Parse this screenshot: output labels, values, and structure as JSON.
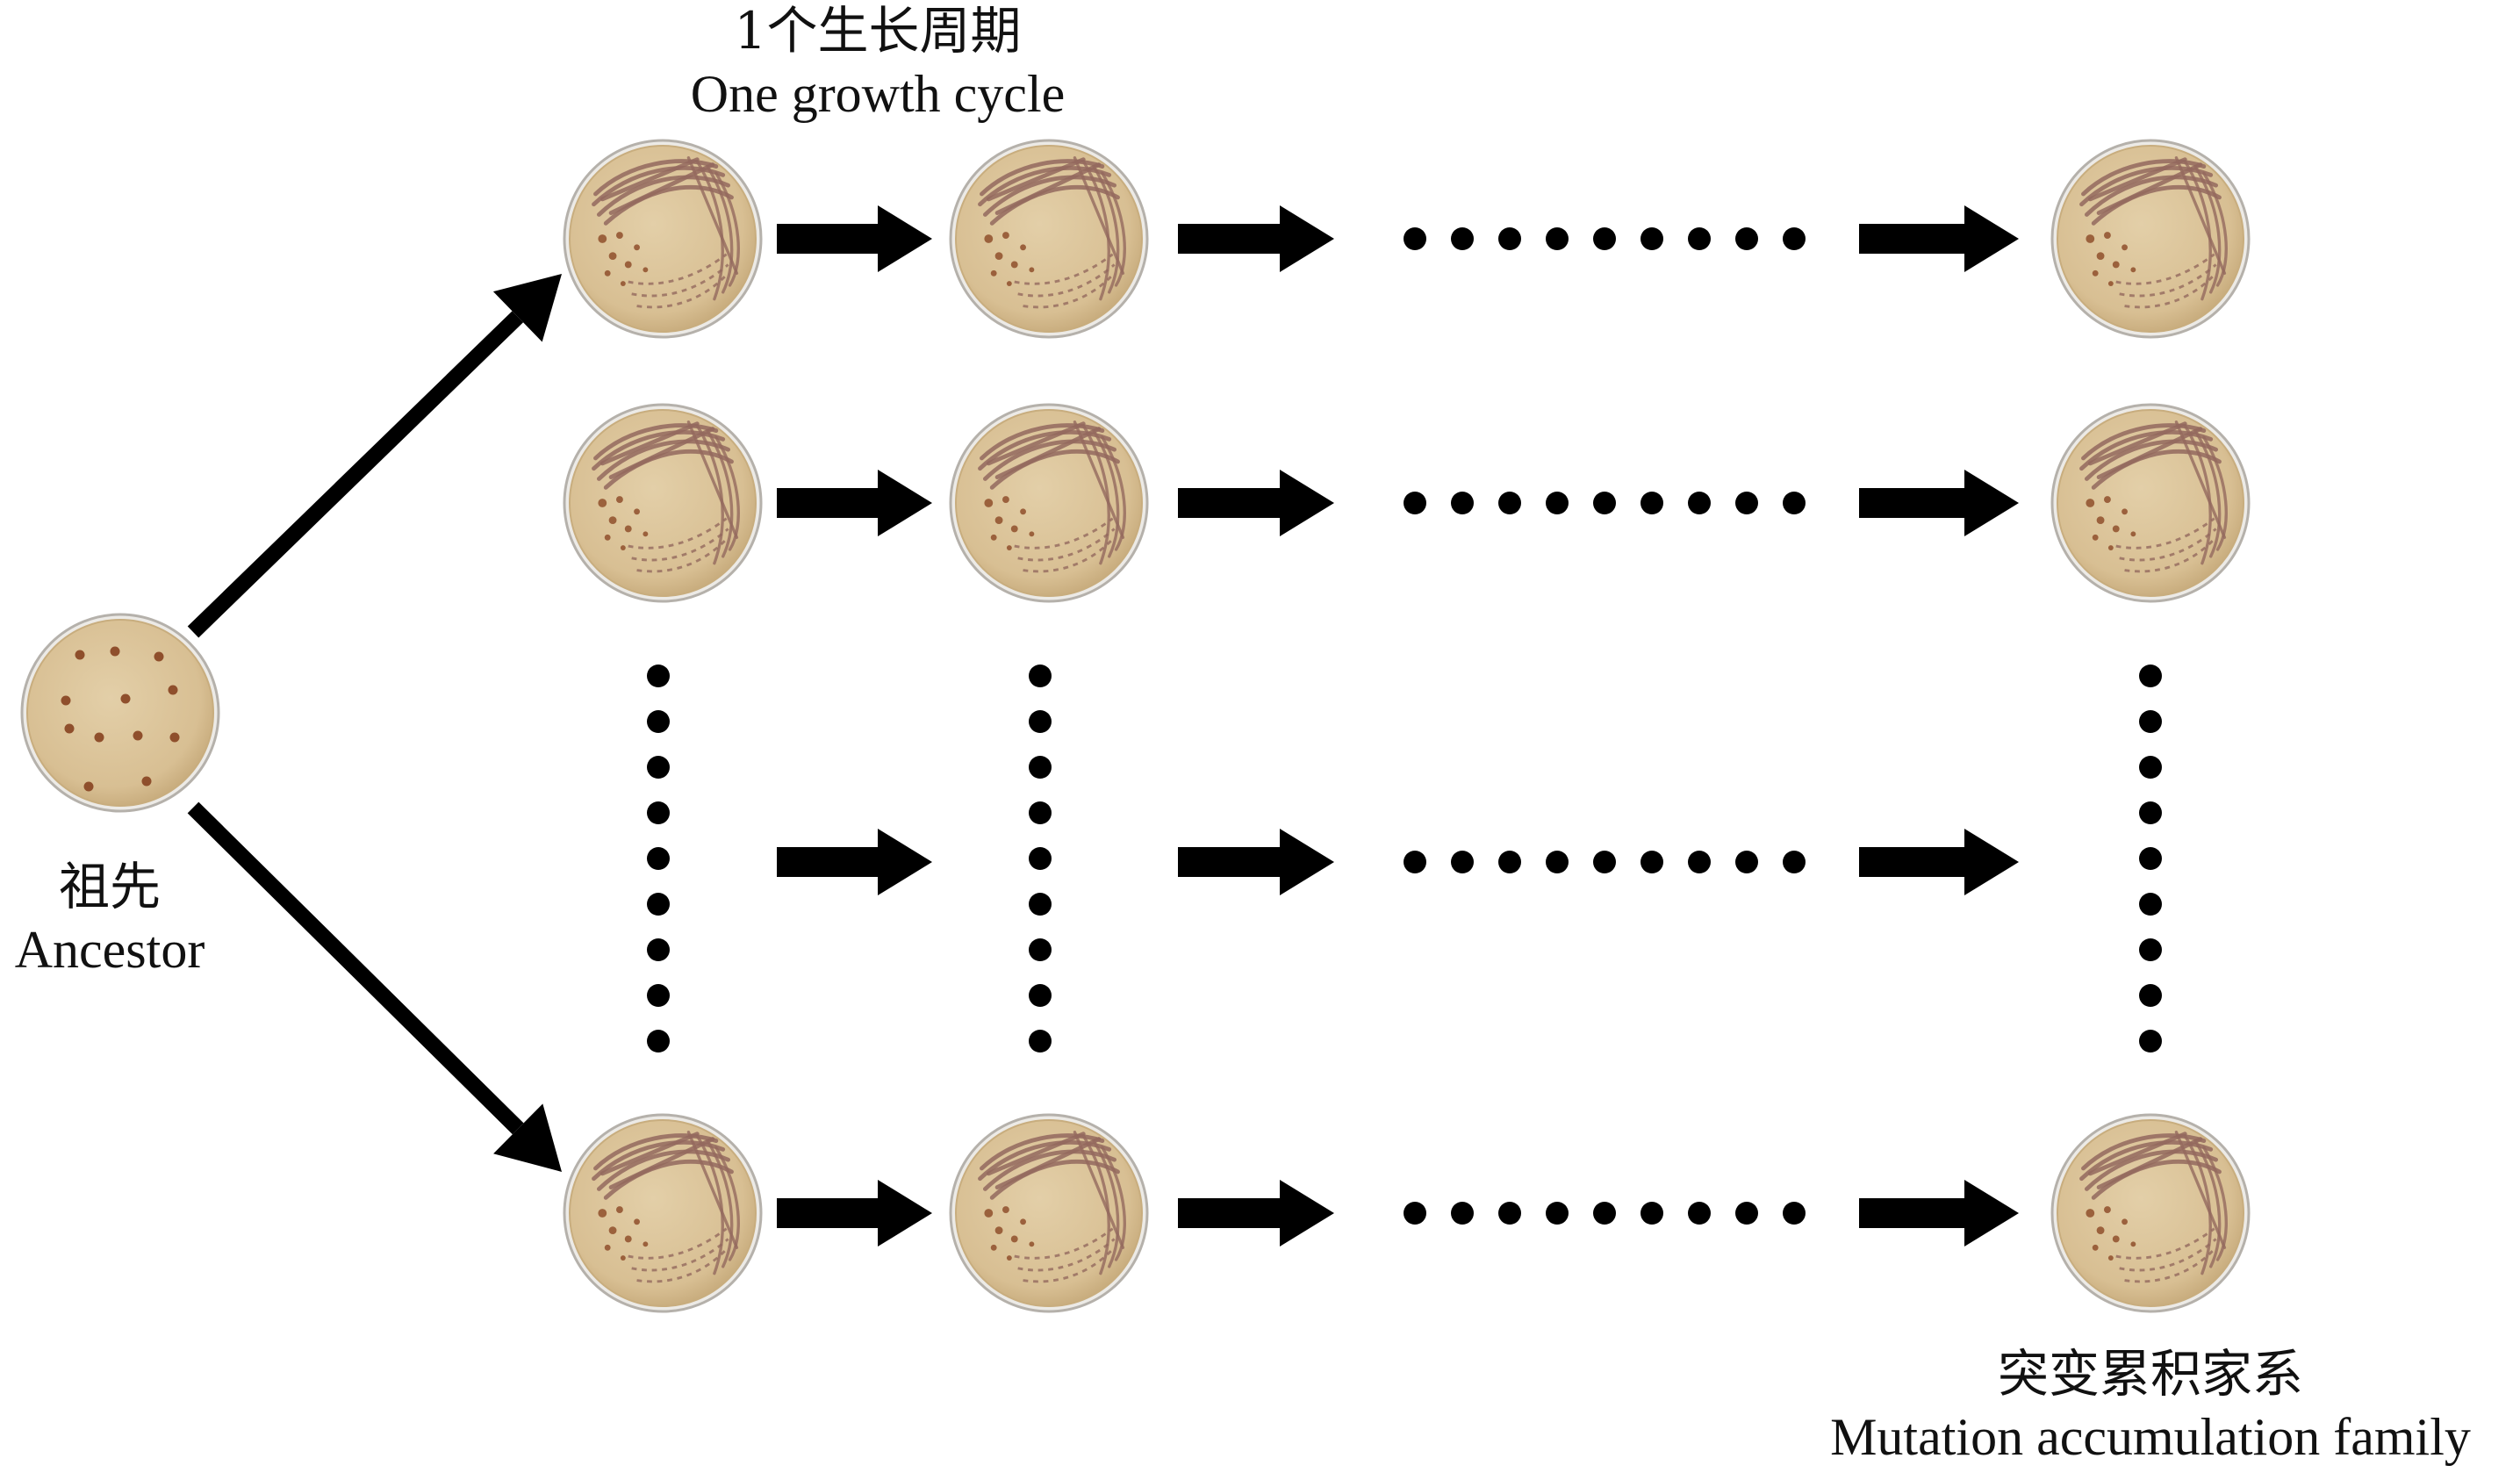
{
  "labels": {
    "growth_cycle": {
      "zh": "1个生长周期",
      "en": "One growth cycle"
    },
    "ancestor": {
      "zh": "祖先",
      "en": "Ancestor"
    },
    "family": {
      "zh": "突变累积家系",
      "en": "Mutation accumulation family"
    }
  },
  "icons": {
    "plate": "streaked-petri-dish-icon",
    "ancestor_plate": "ancestor-petri-dish-icon",
    "arrow": "right-arrow-icon",
    "continuation": "ellipsis-dots"
  },
  "colors": {
    "agar": "#dcc49a",
    "agar_edge": "#c8ad7e",
    "rim": "#b5b1ab",
    "streak": "#93695e",
    "colony": "#8f4f2c",
    "ink": "#000000"
  }
}
